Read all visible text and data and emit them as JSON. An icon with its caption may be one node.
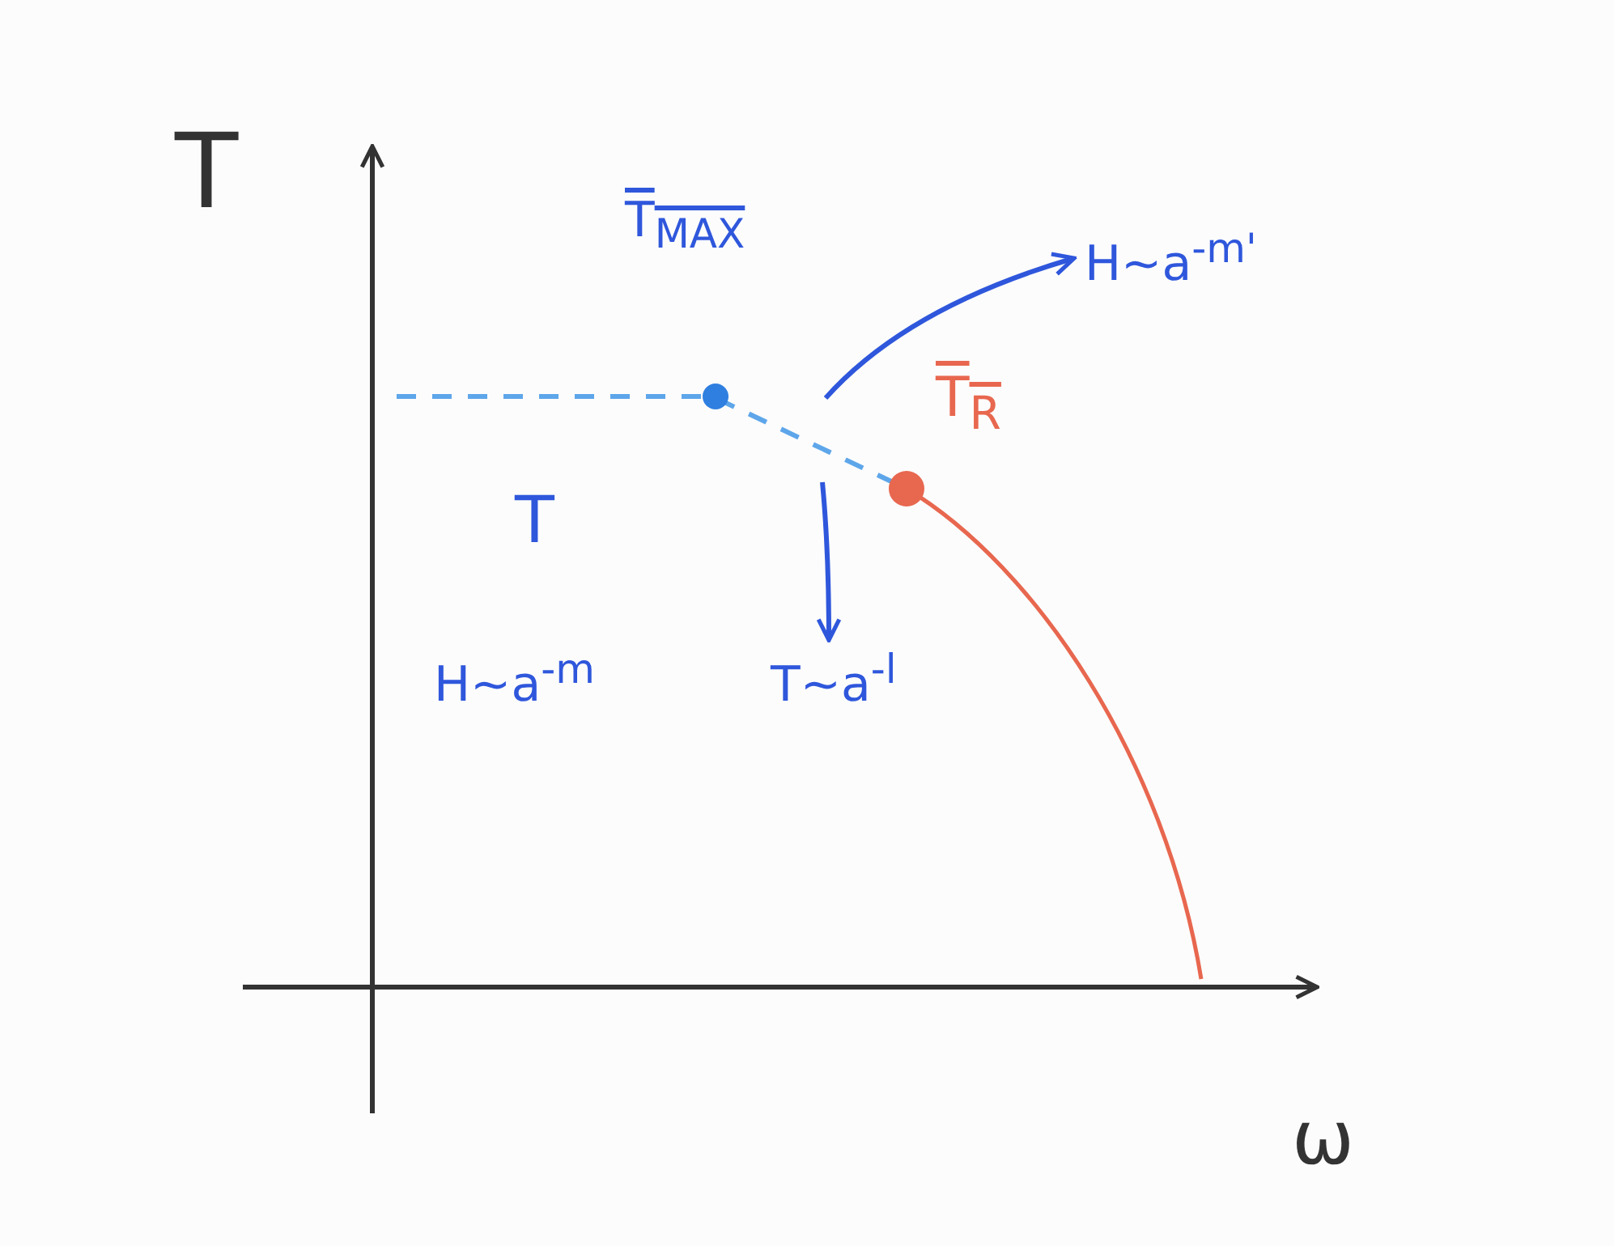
{
  "diagram": {
    "nodes": [
      {
        "text": [
          "H∼a$^{-m'}$"
        ]
      },
      {
        "text": [
          "T∼a$^{-l}$"
        ]
      }
    ],
    "edges": [
      {
        "from": null,
        "to": 0,
        "arrow": "to"
      },
      {
        "from": null,
        "to": 1,
        "arrow": "to"
      }
    ],
    "labels": [
      "T",
      "T$_{MAX}$",
      "T$_{R}$",
      "T",
      "H∼a$^{-m}$",
      "ω"
    ]
  }
}
